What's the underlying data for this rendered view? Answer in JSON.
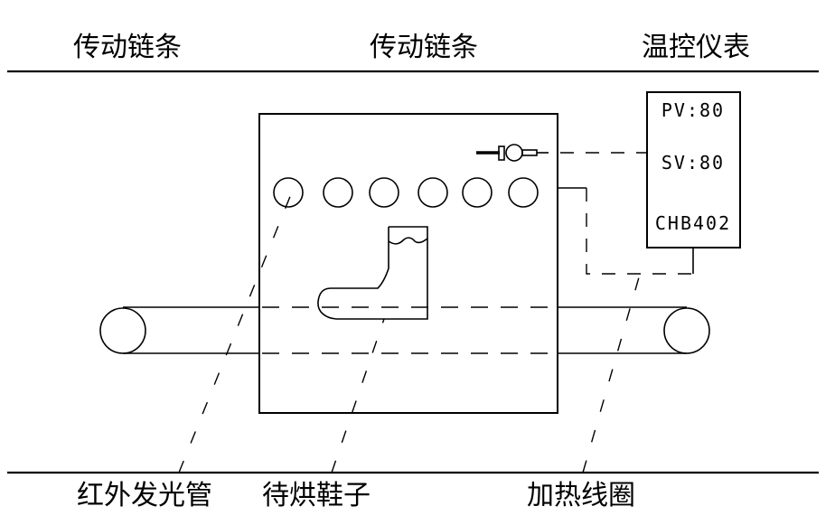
{
  "diagram": {
    "title_context": "shoe-drying conveyor schematic",
    "colors": {
      "line": "#000000",
      "background": "#ffffff"
    },
    "labels": {
      "chain_left": "传动链条",
      "chain_center": "传动链条",
      "controller": "温控仪表",
      "infrared": "红外发光管",
      "shoes": "待烘鞋子",
      "coil": "加热线圈"
    },
    "instrument": {
      "pv": "PV:80",
      "sv": "SV:80",
      "model": "CHB402"
    }
  }
}
